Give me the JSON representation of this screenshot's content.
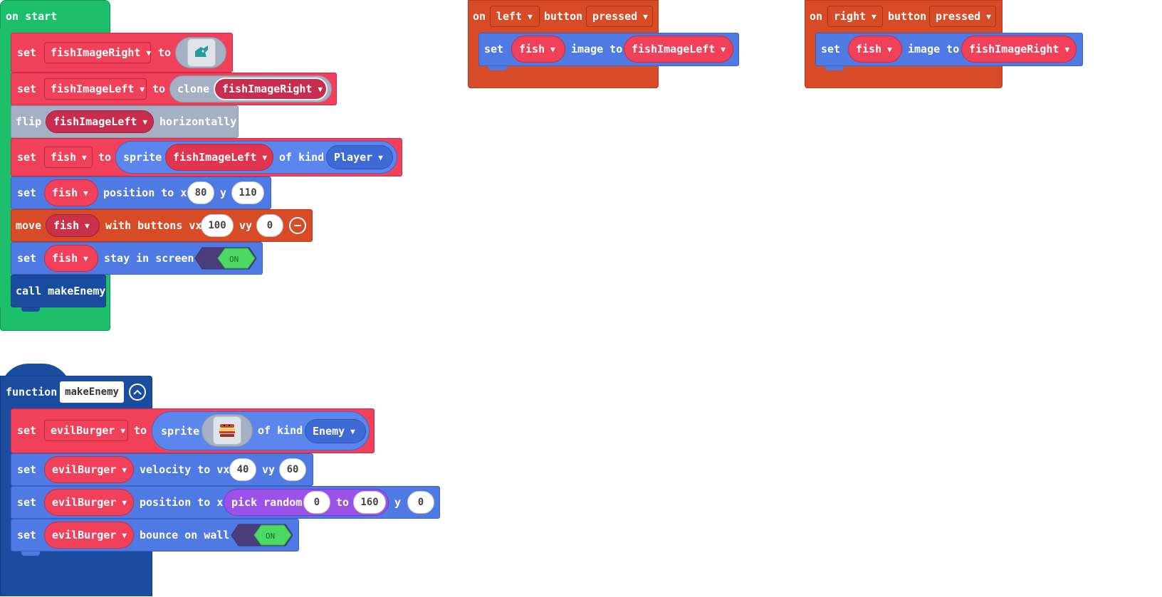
{
  "on_start": {
    "header": "on start",
    "blocks": {
      "set_right": {
        "set": "set",
        "var": "fishImageRight",
        "to": "to"
      },
      "set_left": {
        "set": "set",
        "var": "fishImageLeft",
        "to": "to",
        "clone": "clone",
        "clone_var": "fishImageRight"
      },
      "flip": {
        "flip": "flip",
        "var": "fishImageLeft",
        "horizontally": "horizontally"
      },
      "set_sprite": {
        "set": "set",
        "var": "fish",
        "to": "to",
        "sprite": "sprite",
        "image_var": "fishImageLeft",
        "of_kind": "of kind",
        "kind": "Player"
      },
      "position": {
        "set": "set",
        "var": "fish",
        "label": "position to x",
        "x": "80",
        "y_label": "y",
        "y": "110"
      },
      "move": {
        "move": "move",
        "var": "fish",
        "label": "with buttons vx",
        "vx": "100",
        "vy_label": "vy",
        "vy": "0"
      },
      "stay": {
        "set": "set",
        "var": "fish",
        "label": "stay in screen",
        "toggle": "ON"
      },
      "call": {
        "label": "call makeEnemy"
      }
    }
  },
  "left_event": {
    "on": "on",
    "button_name": "left",
    "button": "button",
    "state": "pressed",
    "set": "set",
    "var": "fish",
    "image_to": "image to",
    "image_var": "fishImageLeft"
  },
  "right_event": {
    "on": "on",
    "button_name": "right",
    "button": "button",
    "state": "pressed",
    "set": "set",
    "var": "fish",
    "image_to": "image to",
    "image_var": "fishImageRight"
  },
  "function": {
    "keyword": "function",
    "name": "makeEnemy",
    "blocks": {
      "set_sprite": {
        "set": "set",
        "var": "evilBurger",
        "to": "to",
        "sprite": "sprite",
        "of_kind": "of kind",
        "kind": "Enemy"
      },
      "velocity": {
        "set": "set",
        "var": "evilBurger",
        "label": "velocity to vx",
        "vx": "40",
        "vy_label": "vy",
        "vy": "60"
      },
      "position": {
        "set": "set",
        "var": "evilBurger",
        "label": "position to x",
        "random": "pick random",
        "from": "0",
        "to_label": "to",
        "to": "160",
        "y_label": "y",
        "y": "0"
      },
      "bounce": {
        "set": "set",
        "var": "evilBurger",
        "label": "bounce on wall",
        "toggle": "ON"
      }
    }
  },
  "colors": {
    "events": "#1dbf6a",
    "sprites": "#4f79e3",
    "variables": "#f0405a",
    "controller": "#d84b27",
    "functions": "#1a4ca0",
    "math": "#9b52e8",
    "toggle_on": "#4cd964"
  }
}
